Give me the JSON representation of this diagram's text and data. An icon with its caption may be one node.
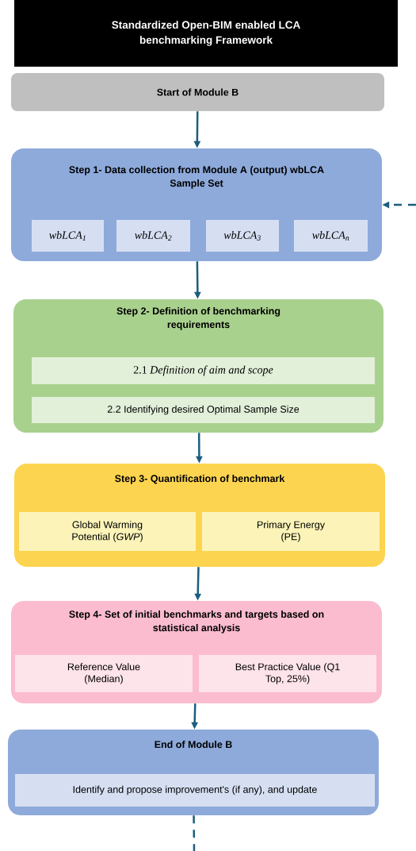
{
  "diagram": {
    "nodes": [
      {
        "text": [
          "Standardized Open-BIM enabled LCA benchmarking Framework"
        ]
      },
      {
        "text": [
          "Start of Module B"
        ]
      },
      {
        "text": [
          "Step 1- Data collection from Module A (output) wbLCA Sample Set"
        ]
      },
      {
        "text": [
          "wbLCA$_{1}$"
        ],
        "in": 2
      },
      {
        "text": [
          "wbLCA$_{2}$"
        ],
        "in": 2
      },
      {
        "text": [
          "wbLCA$_{3}$"
        ],
        "in": 2
      },
      {
        "text": [
          "wbLCA$_{n}$"
        ],
        "in": 2
      },
      {
        "text": [
          "Step 2- Definition of benchmarking requirements"
        ]
      },
      {
        "text": [
          "2.1 *Definition of aim and scope*"
        ],
        "in": 7
      },
      {
        "text": [
          "2.2 Identifying desired Optimal Sample Size"
        ],
        "in": 7
      },
      {
        "text": [
          "Step 3- Quantification of benchmark"
        ]
      },
      {
        "text": [
          "Global Warming Potential (*GWP*)"
        ],
        "in": 10
      },
      {
        "text": [
          "Primary Energy (PE)"
        ],
        "in": 10
      },
      {
        "text": [
          "Step 4- Set of initial benchmarks and targets based on statistical analysis"
        ]
      },
      {
        "text": [
          "Reference Value (Median)"
        ],
        "in": 13
      },
      {
        "text": [
          "Best Practice Value (Q1 Top, 25%)"
        ],
        "in": 13
      },
      {
        "text": [
          "End of Module B"
        ]
      },
      {
        "text": [
          "Identify and propose improvement's (if any), and update"
        ],
        "in": 16
      }
    ],
    "edges": [
      {
        "from": 1,
        "to": 2,
        "arrow": "to"
      },
      {
        "from": 2,
        "to": 7,
        "arrow": "to"
      },
      {
        "from": 7,
        "to": 10,
        "arrow": "to"
      },
      {
        "from": 10,
        "to": 13,
        "arrow": "to"
      },
      {
        "from": 13,
        "to": 16,
        "arrow": "to"
      },
      {
        "from": null,
        "to": 2,
        "arrow": "to",
        "style": "dashed"
      },
      {
        "from": 16,
        "to": null,
        "arrow": "none",
        "style": "dashed"
      }
    ]
  }
}
